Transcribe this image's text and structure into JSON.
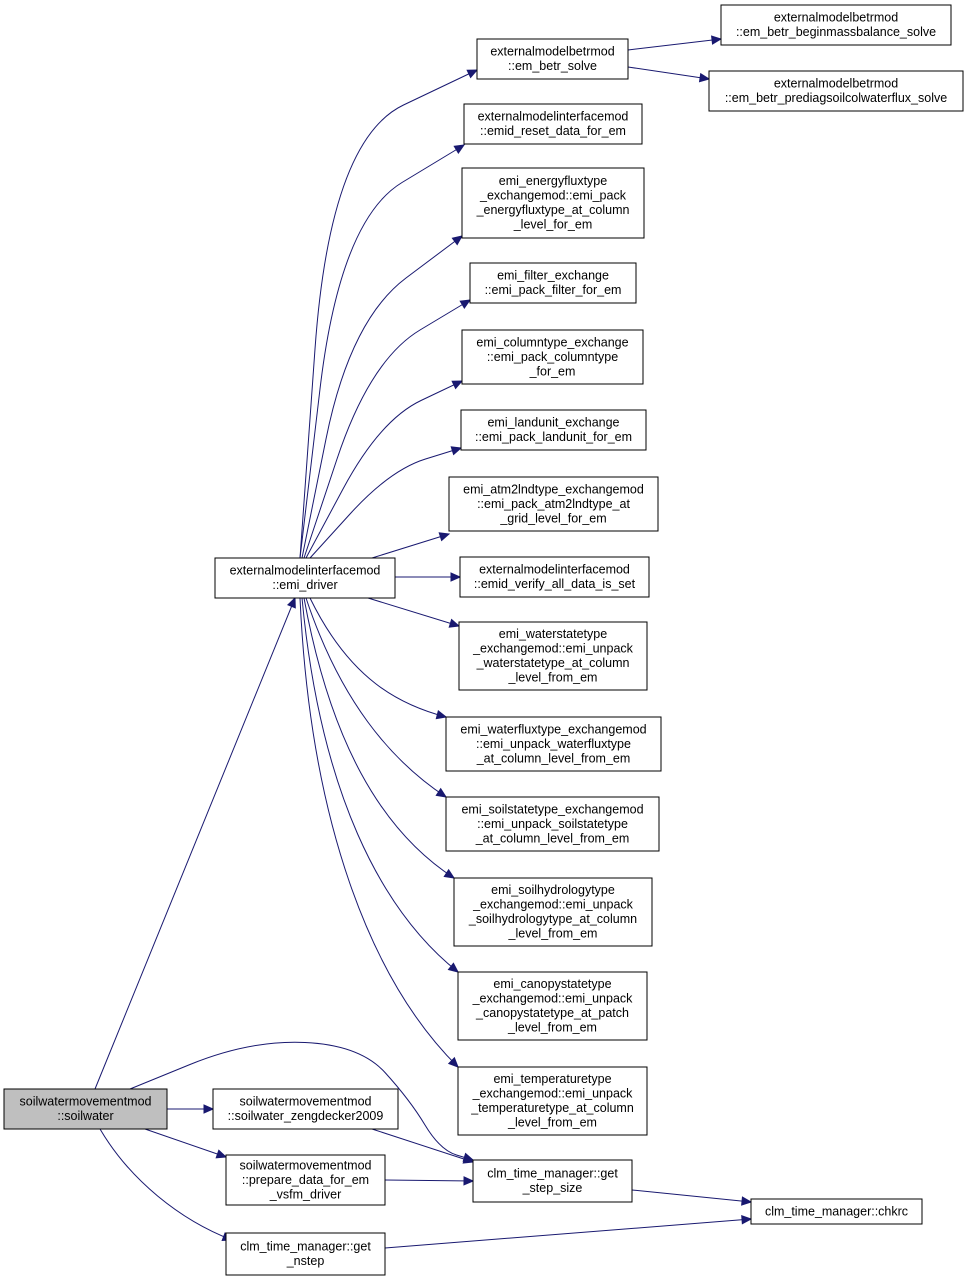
{
  "nodes": [
    {
      "id": "soilwater",
      "lines": [
        "soilwatermovementmod",
        "::soilwater"
      ],
      "root": true
    },
    {
      "id": "emi_driver",
      "lines": [
        "externalmodelinterfacemod",
        "::emi_driver"
      ]
    },
    {
      "id": "zengdecker",
      "lines": [
        "soilwatermovementmod",
        "::soilwater_zengdecker2009"
      ]
    },
    {
      "id": "prepare",
      "lines": [
        "soilwatermovementmod",
        "::prepare_data_for_em",
        "_vsfm_driver"
      ]
    },
    {
      "id": "get_nstep",
      "lines": [
        "clm_time_manager::get",
        "_nstep"
      ]
    },
    {
      "id": "get_step_size",
      "lines": [
        "clm_time_manager::get",
        "_step_size"
      ]
    },
    {
      "id": "chkrc",
      "lines": [
        "clm_time_manager::chkrc"
      ]
    },
    {
      "id": "em_betr_solve",
      "lines": [
        "externalmodelbetrmod",
        "::em_betr_solve"
      ]
    },
    {
      "id": "beginmass",
      "lines": [
        "externalmodelbetrmod",
        "::em_betr_beginmassbalance_solve"
      ]
    },
    {
      "id": "prediag",
      "lines": [
        "externalmodelbetrmod",
        "::em_betr_prediagsoilcolwaterflux_solve"
      ]
    },
    {
      "id": "reset",
      "lines": [
        "externalmodelinterfacemod",
        "::emid_reset_data_for_em"
      ]
    },
    {
      "id": "energyflux",
      "lines": [
        "emi_energyfluxtype",
        "_exchangemod::emi_pack",
        "_energyfluxtype_at_column",
        "_level_for_em"
      ]
    },
    {
      "id": "filter",
      "lines": [
        "emi_filter_exchange",
        "::emi_pack_filter_for_em"
      ]
    },
    {
      "id": "columntype",
      "lines": [
        "emi_columntype_exchange",
        "::emi_pack_columntype",
        "_for_em"
      ]
    },
    {
      "id": "landunit",
      "lines": [
        "emi_landunit_exchange",
        "::emi_pack_landunit_for_em"
      ]
    },
    {
      "id": "atm2lnd",
      "lines": [
        "emi_atm2lndtype_exchangemod",
        "::emi_pack_atm2lndtype_at",
        "_grid_level_for_em"
      ]
    },
    {
      "id": "verify",
      "lines": [
        "externalmodelinterfacemod",
        "::emid_verify_all_data_is_set"
      ]
    },
    {
      "id": "waterstate",
      "lines": [
        "emi_waterstatetype",
        "_exchangemod::emi_unpack",
        "_waterstatetype_at_column",
        "_level_from_em"
      ]
    },
    {
      "id": "waterflux",
      "lines": [
        "emi_waterfluxtype_exchangemod",
        "::emi_unpack_waterfluxtype",
        "_at_column_level_from_em"
      ]
    },
    {
      "id": "soilstate",
      "lines": [
        "emi_soilstatetype_exchangemod",
        "::emi_unpack_soilstatetype",
        "_at_column_level_from_em"
      ]
    },
    {
      "id": "soilhydro",
      "lines": [
        "emi_soilhydrologytype",
        "_exchangemod::emi_unpack",
        "_soilhydrologytype_at_column",
        "_level_from_em"
      ]
    },
    {
      "id": "canopy",
      "lines": [
        "emi_canopystatetype",
        "_exchangemod::emi_unpack",
        "_canopystatetype_at_patch",
        "_level_from_em"
      ]
    },
    {
      "id": "temperature",
      "lines": [
        "emi_temperaturetype",
        "_exchangemod::emi_unpack",
        "_temperaturetype_at_column",
        "_level_from_em"
      ]
    }
  ],
  "edges": [
    {
      "from": "soilwater",
      "to": "emi_driver"
    },
    {
      "from": "soilwater",
      "to": "zengdecker"
    },
    {
      "from": "soilwater",
      "to": "prepare"
    },
    {
      "from": "soilwater",
      "to": "get_nstep"
    },
    {
      "from": "soilwater",
      "to": "get_step_size"
    },
    {
      "from": "zengdecker",
      "to": "get_step_size"
    },
    {
      "from": "prepare",
      "to": "get_step_size"
    },
    {
      "from": "get_step_size",
      "to": "chkrc"
    },
    {
      "from": "get_nstep",
      "to": "chkrc"
    },
    {
      "from": "emi_driver",
      "to": "em_betr_solve"
    },
    {
      "from": "emi_driver",
      "to": "reset"
    },
    {
      "from": "emi_driver",
      "to": "energyflux"
    },
    {
      "from": "emi_driver",
      "to": "filter"
    },
    {
      "from": "emi_driver",
      "to": "columntype"
    },
    {
      "from": "emi_driver",
      "to": "landunit"
    },
    {
      "from": "emi_driver",
      "to": "atm2lnd"
    },
    {
      "from": "emi_driver",
      "to": "verify"
    },
    {
      "from": "emi_driver",
      "to": "waterstate"
    },
    {
      "from": "emi_driver",
      "to": "waterflux"
    },
    {
      "from": "emi_driver",
      "to": "soilstate"
    },
    {
      "from": "emi_driver",
      "to": "soilhydro"
    },
    {
      "from": "emi_driver",
      "to": "canopy"
    },
    {
      "from": "emi_driver",
      "to": "temperature"
    },
    {
      "from": "em_betr_solve",
      "to": "beginmass"
    },
    {
      "from": "em_betr_solve",
      "to": "prediag"
    }
  ],
  "colors": {
    "edge": "#191970",
    "root_fill": "#bfbfbf",
    "node_border": "#000000"
  }
}
